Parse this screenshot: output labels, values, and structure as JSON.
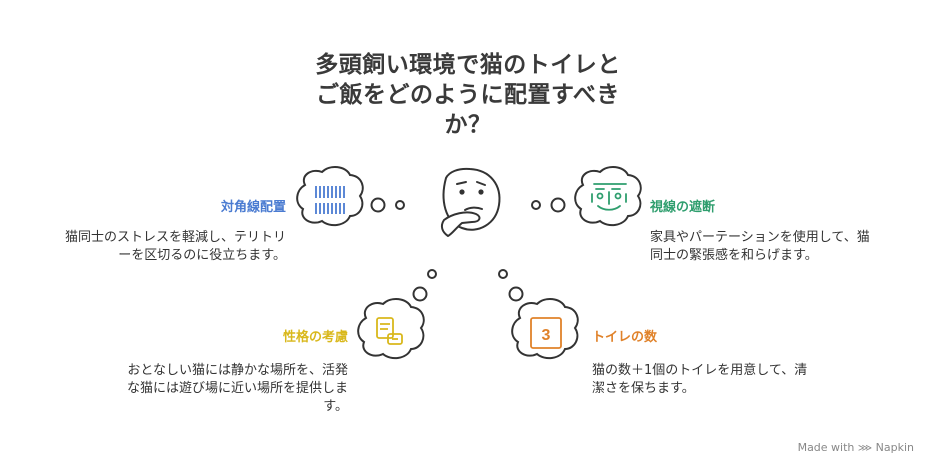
{
  "title": {
    "line1": "多頭飼い環境で猫のトイレと",
    "line2": "ご飯をどのように配置すべき",
    "line3": "か？"
  },
  "items": [
    {
      "label": "対角線配置",
      "desc_line1": "猫同士のストレスを軽減し、テリトリ",
      "desc_line2": "ーを区切るのに役立ちます。",
      "color": "#4a7bd1",
      "icon": "barcode-icon"
    },
    {
      "label": "視線の遮断",
      "desc_line1": "家具やパーテーションを使用して、猫",
      "desc_line2": "同士の緊張感を和らげます。",
      "color": "#2f9e6e",
      "icon": "blocked-view-icon"
    },
    {
      "label": "性格の考慮",
      "desc_line1": "おとなしい猫には静かな場所を、活発",
      "desc_line2": "な猫には遊び場に近い場所を提供しま",
      "desc_line3": "す。",
      "color": "#d9b81c",
      "icon": "personality-icon"
    },
    {
      "label": "トイレの数",
      "desc_line1": "猫の数＋1個のトイレを用意して、清",
      "desc_line2": "潔さを保ちます。",
      "color": "#e0822a",
      "icon": "number-box-icon",
      "icon_text": "3"
    }
  ],
  "footer": {
    "made_with": "Made with",
    "brand": "Napkin"
  }
}
